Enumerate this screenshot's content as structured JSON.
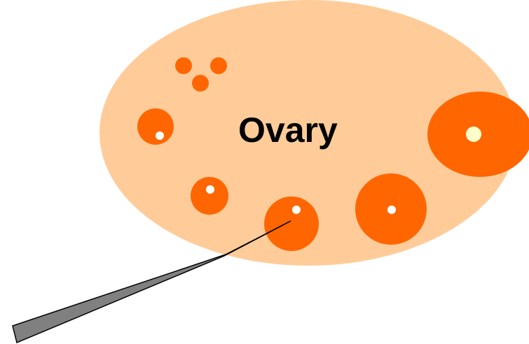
{
  "diagram": {
    "label": "Ovary",
    "colors": {
      "ovary": "#FFCC99",
      "follicle": "#FF6600",
      "oocyte_small": "#FFFFFF",
      "oocyte_large": "#FFFFCC",
      "needle_fill": "#808080",
      "needle_stroke": "#000000",
      "text": "#000000"
    },
    "elements": [
      "ovary",
      "primordial-follicles",
      "growing-follicles",
      "dominant-follicle",
      "aspiration-needle"
    ]
  }
}
